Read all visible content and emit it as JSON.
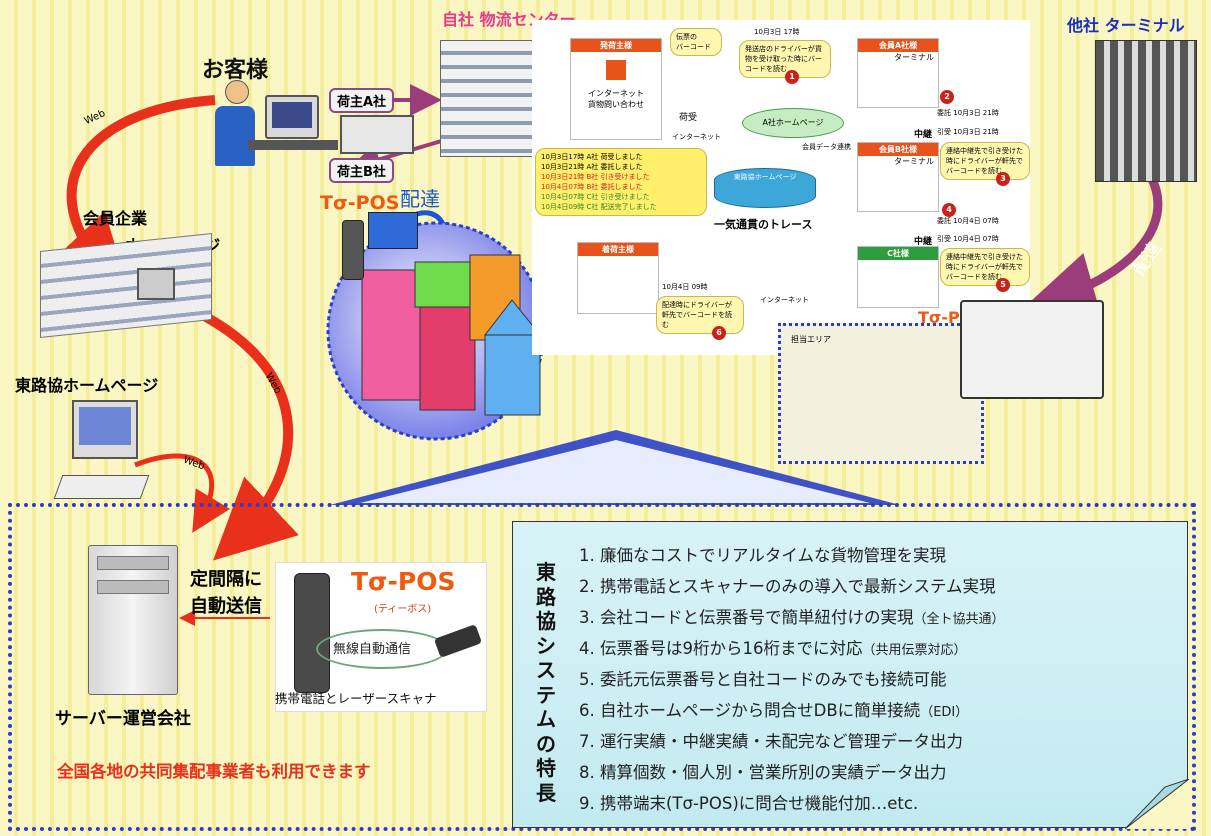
{
  "labels": {
    "center_title": "自社 物流センター",
    "terminal_title": "他社 ターミナル",
    "customer": "お客様",
    "member_company": "会員企業",
    "member_homepage": "ホームページ",
    "toroukyo_homepage": "東路協ホームページ",
    "server_company": "サーバー運営会社",
    "periodic_send_1": "定間隔に",
    "periodic_send_2": "自動送信",
    "web": "Web",
    "delivery": "配達",
    "shipper_a": "荷主A社",
    "shipper_b": "荷主B社",
    "topos": "Tσ-POS",
    "topos_reading": "(ティーボス)",
    "wireless": "無線自動通信",
    "device_caption": "携帯電話とレーザースキャナ",
    "nationwide": "全国各地の共同集配事業者も利用できます",
    "system_features_vertical": "東路協システムの特長"
  },
  "flow": {
    "origin_shipper": "発荷主様",
    "internet_inquiry_1": "インターネット",
    "internet_inquiry_2": "貨物問い合わせ",
    "slip_barcode_1": "伝票の",
    "slip_barcode_2": "バーコード",
    "time_top": "10月3日 17時",
    "bubble1": "発送店のドライバーが貨物を受け取った時にバーコードを読む",
    "pickup": "荷受",
    "member_a": "会員A社様",
    "terminal": "ターミナル",
    "consign_1": "委託 10月3日 21時",
    "relay": "中継",
    "takeover_1": "引受 10月3日 21時",
    "a_homepage": "A社ホームページ",
    "internet": "インターネット",
    "member_data_link": "会員データ連携",
    "member_b": "会員B社様",
    "bubble3": "連絡中継先で引き受けた時にドライバーが軒先でバーコードを読む",
    "toroukyo_hp": "東路協ホームページ",
    "trace": "一気通貫のトレース",
    "consign_2": "委託 10月4日 07時",
    "relay_2": "中継",
    "takeover_2": "引受 10月4日 07時",
    "c_company": "C社様",
    "bubble5": "連絡中継先で引き受けた時にドライバーが軒先でバーコードを読む",
    "receiver": "着荷主様",
    "time_receiver": "10月4日 09時",
    "bubble6": "配達時にドライバーが軒先でバーコードを読む",
    "area": "担当エリア",
    "log": [
      "10月3日17時 A社 荷受しました",
      "10月3日21時 A社 委託しました",
      "10月3日21時 B社 引き受けました",
      "10月4日07時 B社 委託しました",
      "10月4日07時 C社 引き受けました",
      "10月4日09時 C社 配送完了しました"
    ]
  },
  "features": [
    {
      "main": "1. 廉価なコストでリアルタイムな貨物管理を実現",
      "sub": ""
    },
    {
      "main": "2. 携帯電話とスキャナーのみの導入で最新システム実現",
      "sub": ""
    },
    {
      "main": "3. 会社コードと伝票番号で簡単紐付けの実現",
      "sub": "（全ト協共通）"
    },
    {
      "main": "4. 伝票番号は9桁から16桁までに対応",
      "sub": "（共用伝票対応）"
    },
    {
      "main": "5.  委託元伝票番号と自社コードのみでも接続可能",
      "sub": ""
    },
    {
      "main": "6. 自社ホームページから問合せDBに簡単接続",
      "sub": "（EDI）"
    },
    {
      "main": "7. 運行実績・中継実績・未配完など管理データ出力",
      "sub": ""
    },
    {
      "main": "8. 精算個数・個人別・営業所別の実績データ出力",
      "sub": ""
    },
    {
      "main": "9. 携帯端末(Tσ-POS)に問合せ機能付加…etc.",
      "sub": ""
    }
  ],
  "colors": {
    "accent_red": "#e8301b",
    "topos_orange": "#f05a10",
    "border_blue": "#2a3fc9",
    "feature_bg": "#c9edf3"
  }
}
